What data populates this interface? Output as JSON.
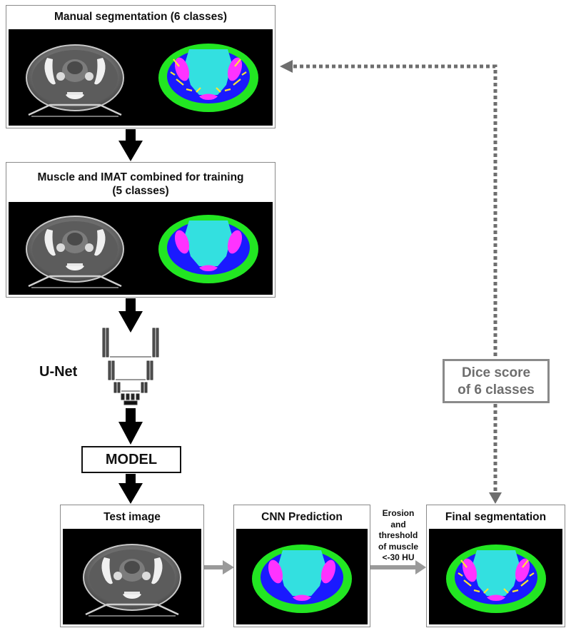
{
  "panels": {
    "manual": {
      "title": "Manual segmentation (6 classes)"
    },
    "combined": {
      "title_line1": "Muscle and IMAT combined for training",
      "title_line2": "(5 classes)"
    },
    "test": {
      "title": "Test image"
    },
    "cnn": {
      "title": "CNN Prediction"
    },
    "final": {
      "title": "Final segmentation"
    }
  },
  "unet": {
    "label": "U-Net"
  },
  "model": {
    "label": "MODEL"
  },
  "dice": {
    "line1": "Dice score",
    "line2": "of 6 classes"
  },
  "erosion": {
    "lines": [
      "Erosion",
      "and",
      "threshold",
      "of muscle",
      "<-30 HU"
    ]
  },
  "colors": {
    "subcutaneous_fat": "#22e622",
    "muscle": "#1a1aff",
    "visceral": "#33e0e0",
    "bone": "#ff33ff",
    "imat": "#ffe633",
    "background": "#000000",
    "arrow_black": "#000000",
    "arrow_gray": "#8a8a8a"
  }
}
